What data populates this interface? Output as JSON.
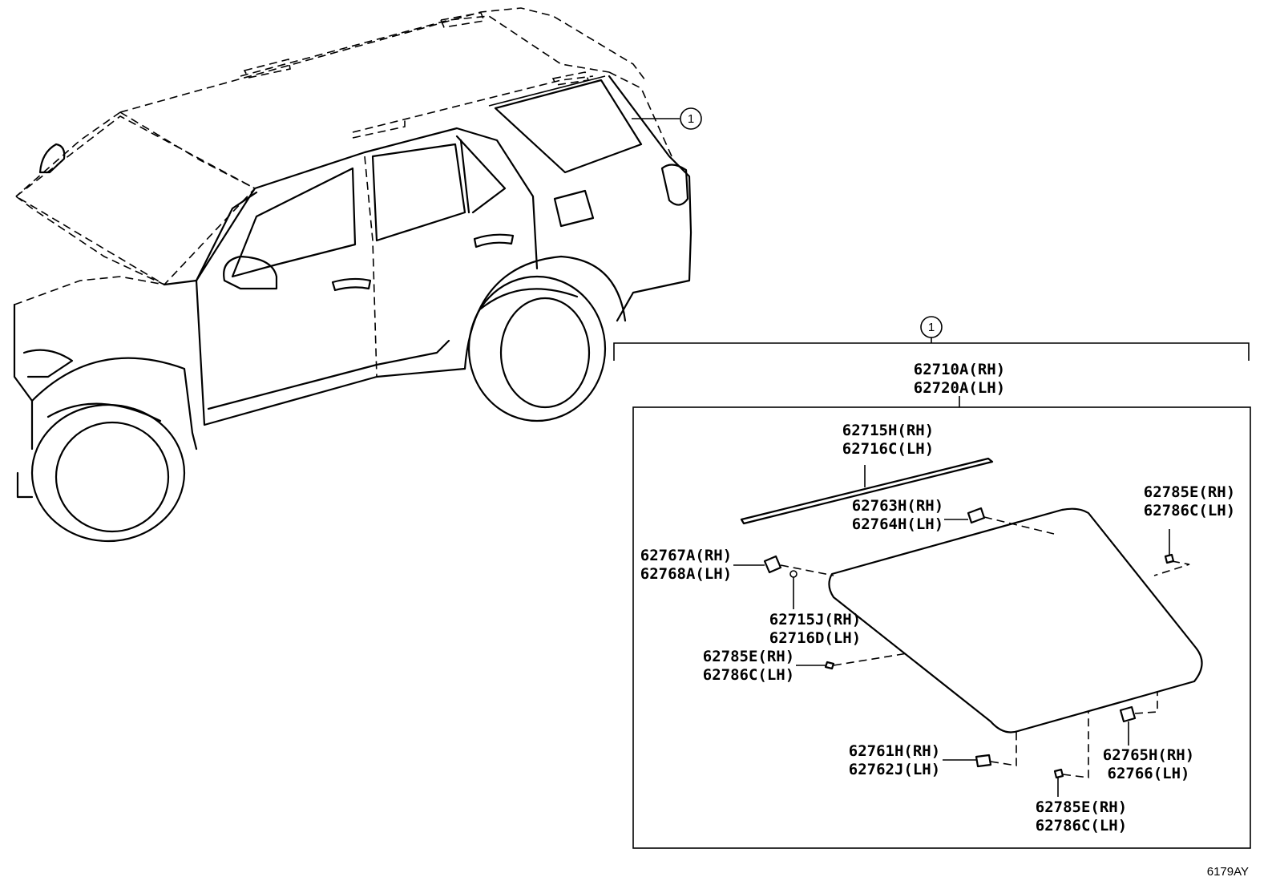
{
  "callout_marker": "1",
  "assembly_label": {
    "rh": "62710A(RH)",
    "lh": "62720A(LH)"
  },
  "parts": {
    "molding": {
      "rh": "62715H(RH)",
      "lh": "62716C(LH)"
    },
    "clip_top": {
      "rh": "62763H(RH)",
      "lh": "62764H(LH)"
    },
    "clip_left": {
      "rh": "62767A(RH)",
      "lh": "62768A(LH)"
    },
    "pin_left": {
      "rh": "62715J(RH)",
      "lh": "62716D(LH)"
    },
    "spacer_left": {
      "rh": "62785E(RH)",
      "lh": "62786C(LH)"
    },
    "spacer_right": {
      "rh": "62785E(RH)",
      "lh": "62786C(LH)"
    },
    "clip_bottom": {
      "rh": "62761H(RH)",
      "lh": "62762J(LH)"
    },
    "clip_bottom_right": {
      "rh": "62765H(RH)",
      "lh": "62766(LH)"
    },
    "spacer_bottom": {
      "rh": "62785E(RH)",
      "lh": "62786C(LH)"
    }
  },
  "diagram_code": "6179AY"
}
